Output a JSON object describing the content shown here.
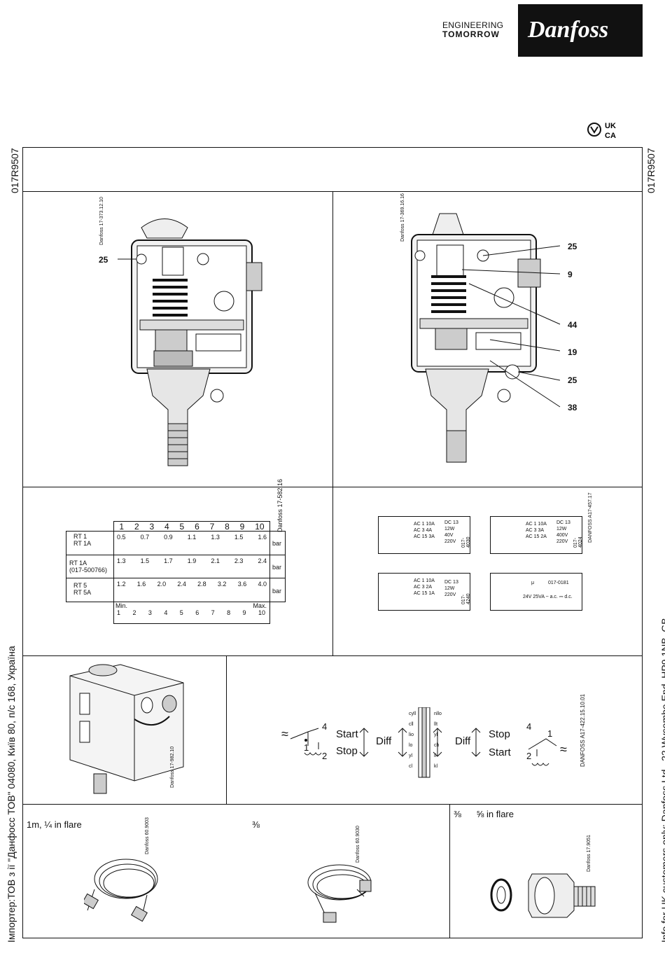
{
  "header": {
    "tagline_line1": "ENGINEERING",
    "tagline_line2": "TOMORROW",
    "logo_text": "Danfoss",
    "ukca_mark": "UK CA"
  },
  "doc_id": "017R9507",
  "side_left_text": "Імпортер:ТОВ з ії \"Данфосс ТОВ\" 04080, Київ 80, п/с 168, Україна",
  "side_right_text": "Info for UK customers only: Danfoss Ltd., 22 Wycombe End, HP9 1NB, GB",
  "fig1": {
    "code": "Danfoss 17-373.12.10",
    "callout": "25"
  },
  "fig2": {
    "code": "Danfoss 17-369.16.16",
    "callouts": [
      "25",
      "9",
      "44",
      "19",
      "25",
      "38"
    ]
  },
  "scale_table": {
    "code": "Danfoss 17-582.16",
    "header": [
      "1",
      "2",
      "3",
      "4",
      "5",
      "6",
      "7",
      "8",
      "9",
      "10"
    ],
    "rows": [
      {
        "models": [
          "RT 1",
          "RT 1A"
        ],
        "values": [
          "0.5",
          "0.7",
          "0.9",
          "1.1",
          "1.3",
          "1.5",
          "1.6"
        ],
        "unit": "bar"
      },
      {
        "models": [
          "RT 1A",
          "(017-500766)"
        ],
        "values": [
          "1.3",
          "1.5",
          "1.7",
          "1.9",
          "2.1",
          "2.3",
          "2.4"
        ],
        "unit": "bar"
      },
      {
        "models": [
          "RT 5",
          "RT 5A"
        ],
        "values": [
          "1.2",
          "1.6",
          "2.0",
          "2.4",
          "2.8",
          "3.2",
          "3.6",
          "4.0"
        ],
        "unit": "bar"
      }
    ],
    "min_label": "Min.",
    "max_label": "Max.",
    "bottom_scale": [
      "1",
      "2",
      "3",
      "4",
      "5",
      "6",
      "7",
      "8",
      "9",
      "10"
    ]
  },
  "labels": {
    "code": "DANFOSS A17-457.17",
    "items": [
      {
        "ac": [
          "AC 1 10A",
          "AC 3  4A",
          "AC 15 3A"
        ],
        "dc": [
          "DC 13",
          "12W",
          "40V",
          "220V"
        ],
        "num": "017-4030"
      },
      {
        "ac": [
          "AC 1 10A",
          "AC 3  3A",
          "AC 15 2A"
        ],
        "dc": [
          "DC 13",
          "12W",
          "400V",
          "220V"
        ],
        "num": "017-4024"
      },
      {
        "ac": [
          "AC 1 10A",
          "AC 3  2A",
          "AC 15 1A"
        ],
        "dc": [
          "DC 13",
          "12W",
          "220V"
        ],
        "num": "017-4240"
      },
      {
        "num": "017-0181",
        "line": "24V 25VA ~ a.c. ⎓ d.c.",
        "mu": "μ"
      }
    ]
  },
  "mount": {
    "code": "Danfoss 17-982.10"
  },
  "switch": {
    "left": {
      "start": "Start",
      "stop": "Stop",
      "diff": "Diff",
      "t4": "4",
      "t1": "1",
      "t2": "2"
    },
    "right": {
      "start": "Start",
      "stop": "Stop",
      "diff": "Diff",
      "t4": "4",
      "t1": "1",
      "t2": "2"
    },
    "code": "DANFOSS A17-422.15.10.01",
    "scale_left": [
      "cyll",
      "cll",
      "lio",
      "lo",
      "yl",
      "cl"
    ],
    "scale_right": [
      "nllo",
      "llt",
      "yl",
      "ch",
      "il",
      "kl"
    ]
  },
  "accessories": [
    {
      "caption": "1m, ¼ in flare",
      "code": "Danfoss 60.9003"
    },
    {
      "caption": "⅜",
      "code": "Danfoss 60.9030"
    },
    {
      "caption": "⅜      ⅝ in flare",
      "code": "Danfoss 17.9051"
    }
  ]
}
